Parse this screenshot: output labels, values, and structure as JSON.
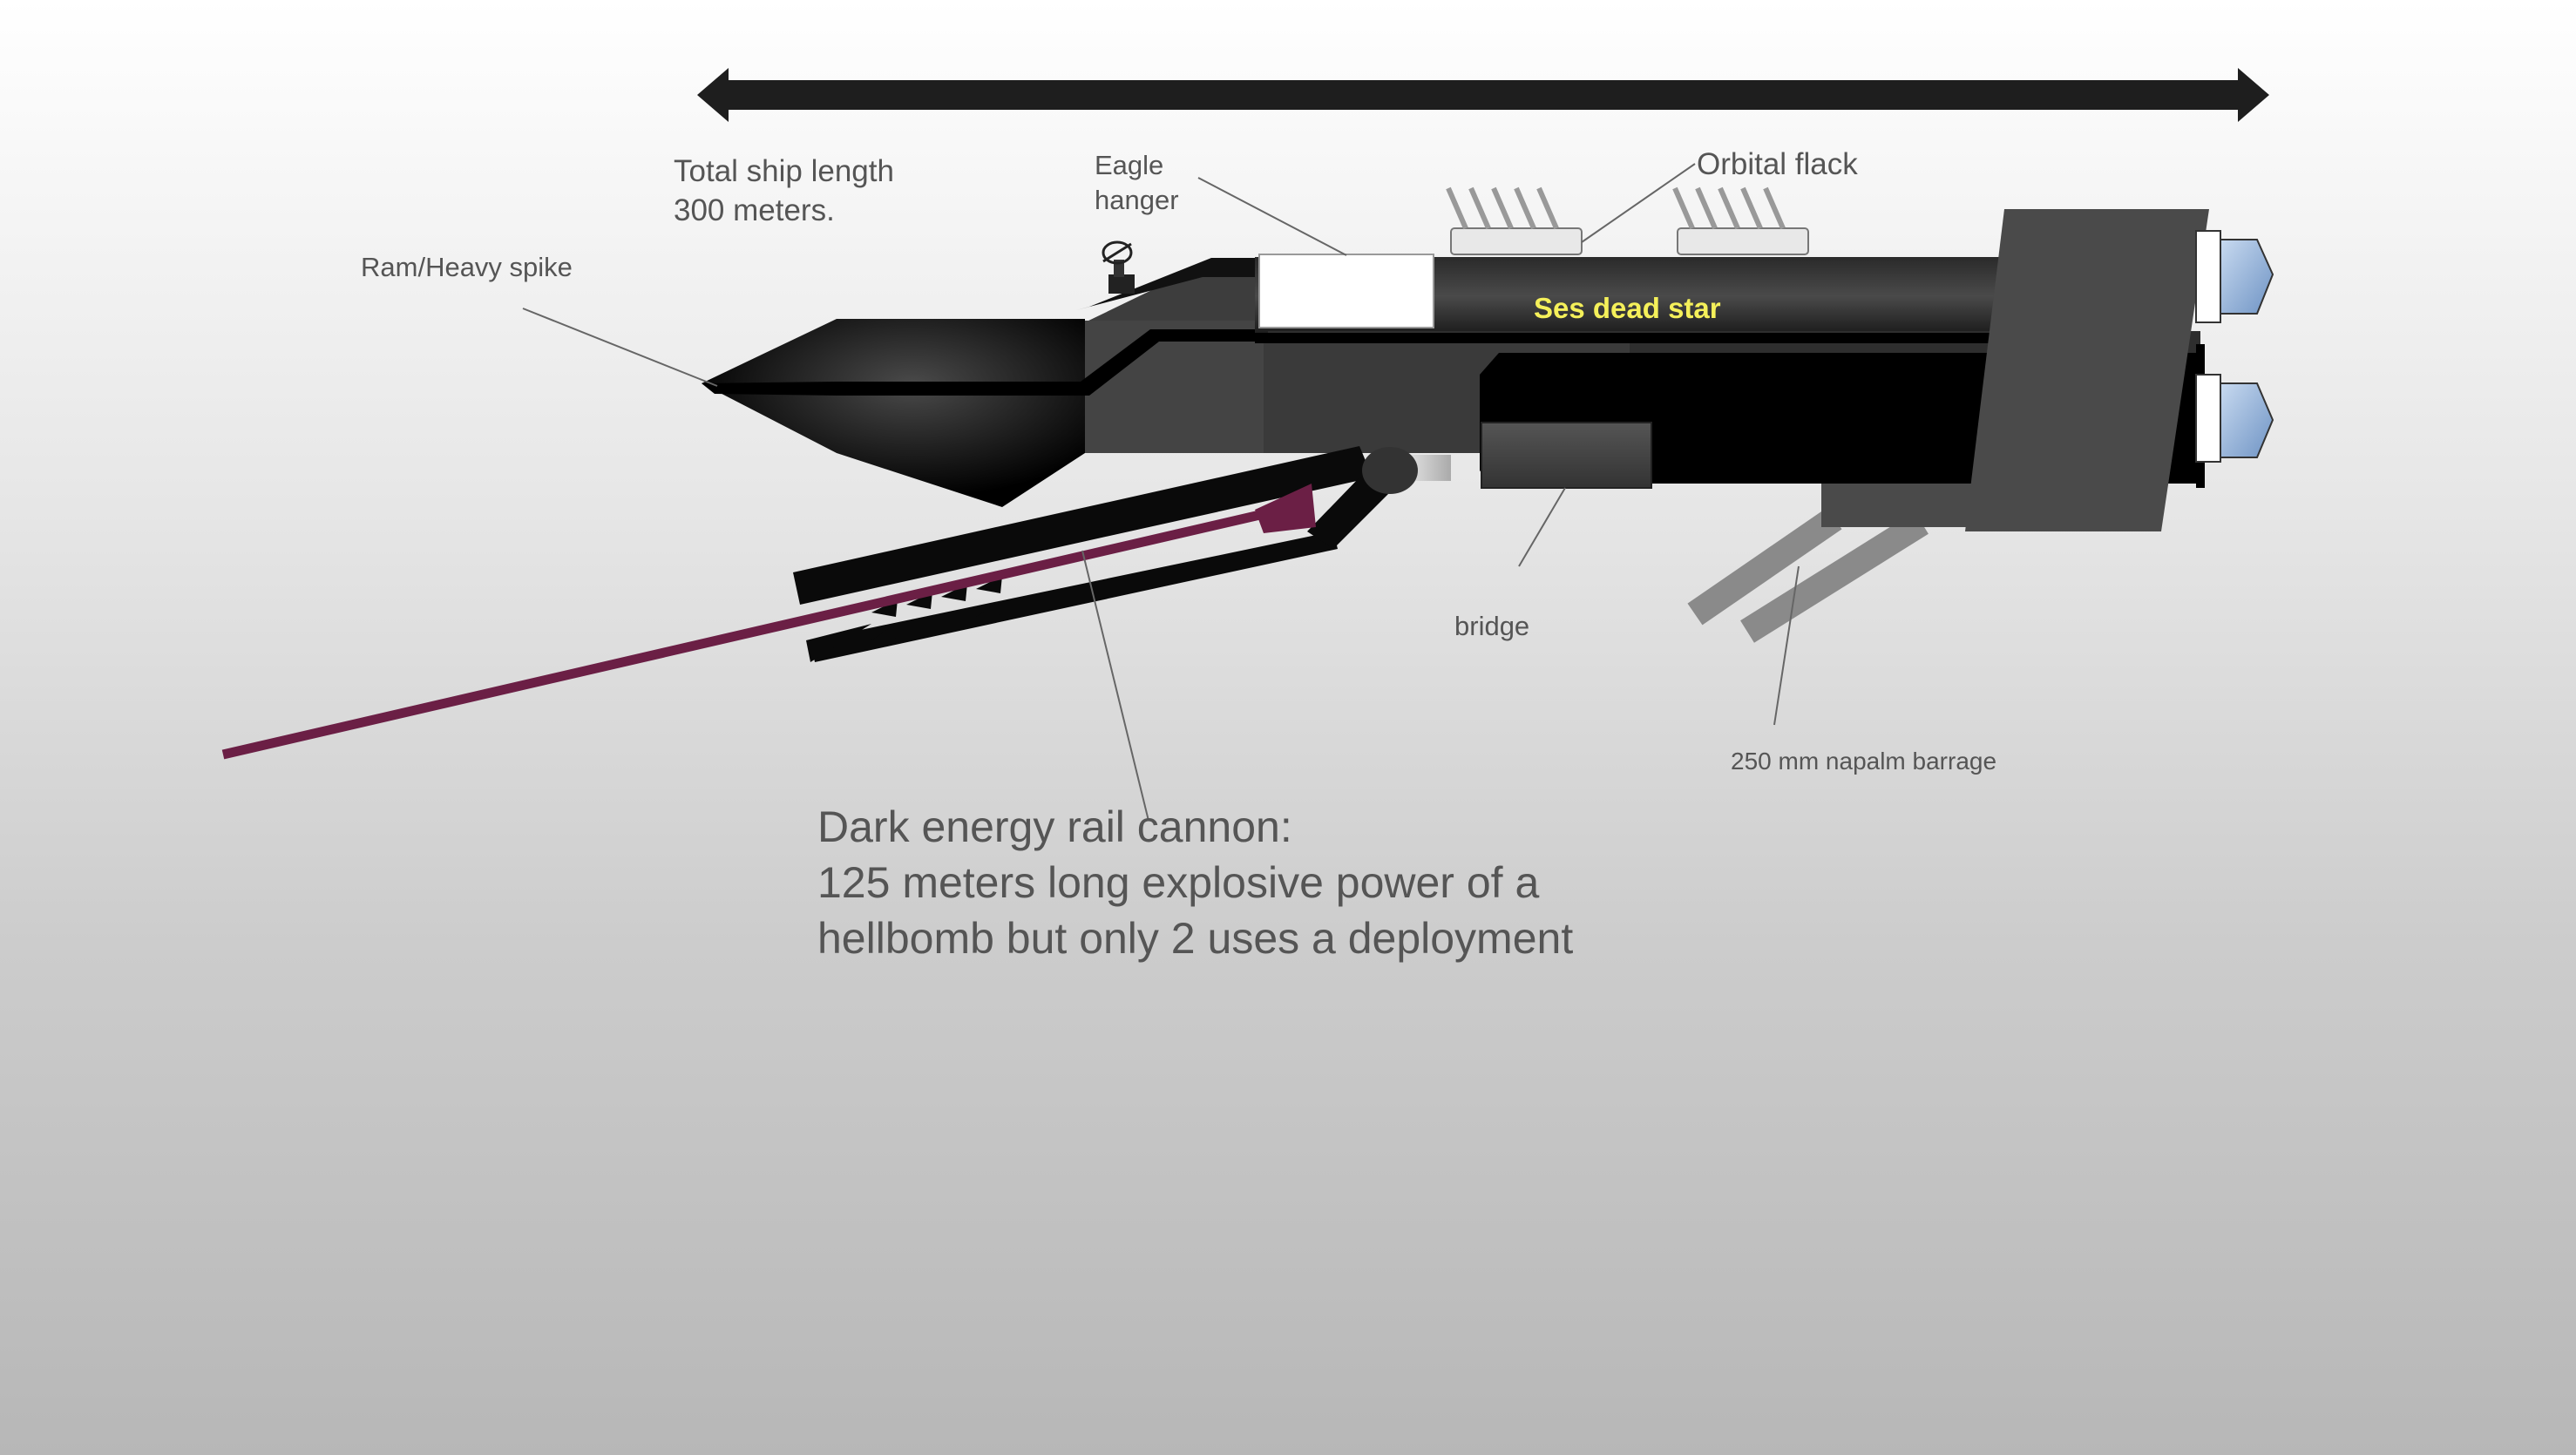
{
  "labels": {
    "total_length_line1": "Total ship length",
    "total_length_line2": "300 meters.",
    "eagle_line1": "Eagle",
    "eagle_line2": "hanger",
    "orbital_flack": "Orbital flack",
    "ram": "Ram/Heavy spike",
    "bridge": "bridge",
    "napalm": "250 mm napalm barrage",
    "ship_name": "Ses dead star",
    "rail_line1": "Dark energy rail cannon:",
    "rail_line2": "125 meters long explosive power of a",
    "rail_line3": "hellbomb but only 2 uses a deployment"
  },
  "colors": {
    "hull_dark": "#000000",
    "hull_gray": "#3a3a3a",
    "ship_name": "#f5f05a",
    "laser": "#6b1f45",
    "thruster": "#9ab8dc",
    "label_text": "#555555"
  }
}
